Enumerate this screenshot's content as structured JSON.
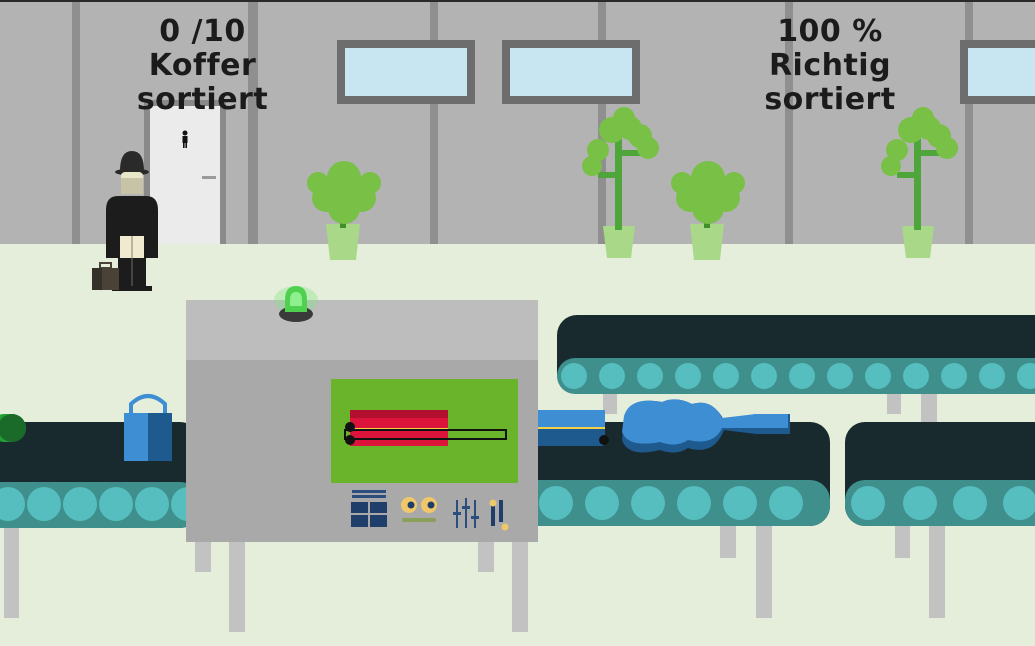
{
  "hud": {
    "sorted_count": "0  /10",
    "sorted_label": "Koffer sortiert",
    "accuracy_value": "100 %",
    "accuracy_label": "Richtig sortiert"
  },
  "colors": {
    "wall": "#b3b3b3",
    "floor": "#e4eedb",
    "belt": "#192a2f",
    "roller": "#56bebf",
    "machine": "#a9a9a9",
    "screen": "#6ab42b",
    "suitcase_red": "#dc143c",
    "signal_light": "#4fd04f",
    "plant": "#7cc242"
  },
  "icons": [
    "restroom-icon",
    "signal-light-icon",
    "keypad-icon",
    "eyes-icon",
    "sliders-icon"
  ]
}
